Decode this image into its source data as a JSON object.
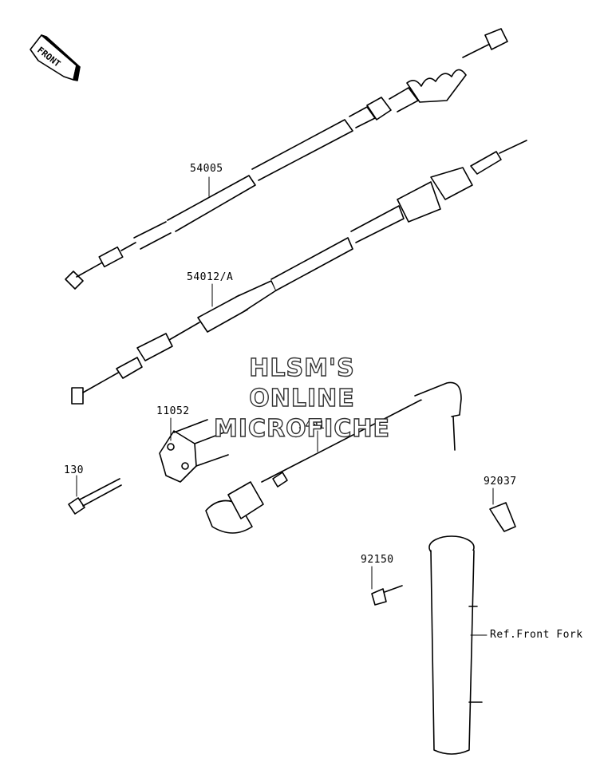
{
  "diagram": {
    "front_badge": "FRONT",
    "parts": [
      {
        "id": "p54005",
        "label": "54005"
      },
      {
        "id": "p54012",
        "label": "54012/A"
      },
      {
        "id": "p11052",
        "label": "11052"
      },
      {
        "id": "p54017",
        "label": "54017"
      },
      {
        "id": "p130",
        "label": "130"
      },
      {
        "id": "p92037",
        "label": "92037"
      },
      {
        "id": "p92150",
        "label": "92150"
      },
      {
        "id": "pfork",
        "label": "Ref.Front Fork"
      }
    ]
  },
  "watermark": {
    "line1": "HLSM'S",
    "line2": "ONLINE",
    "line3": "MICROFICHE"
  }
}
